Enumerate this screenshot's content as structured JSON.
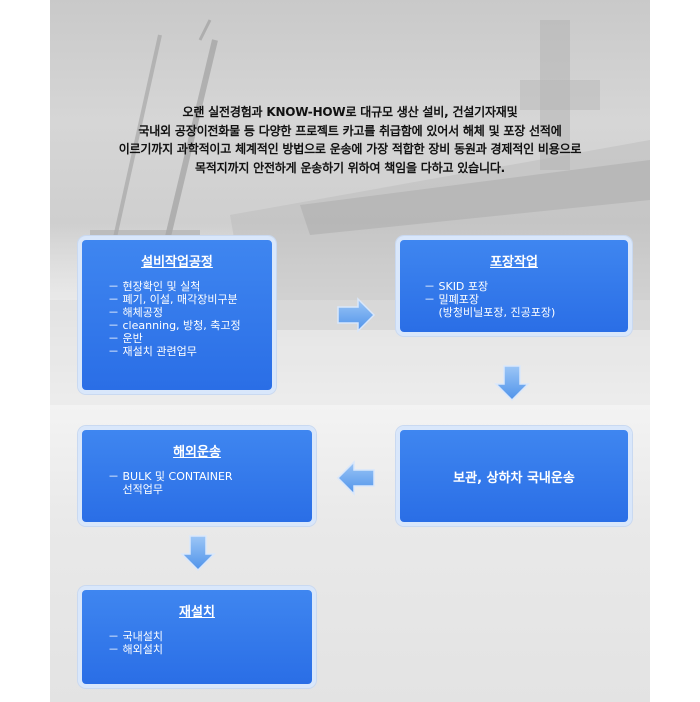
{
  "intro": {
    "lines": [
      "오랜 실전경험과 KNOW-HOW로 대규모 생산 설비, 건설기자재및",
      "국내외 공장이전화물 등 다양한 프로젝트 카고를 취급함에 있어서 해체 및 포장 선적에",
      "이르기까지 과학적이고 체계적인 방법으로 운송에 가장 적합한 장비 동원과 경제적인 비용으로",
      "목적지까지 안전하게 운송하기 위하여 책임을 다하고 있습니다."
    ]
  },
  "boxes": {
    "equipment_work": {
      "title": "설비작업공정",
      "items": [
        "－ 현장확인 및 실척",
        "－ 폐기, 이설, 매각장비구분",
        "－ 해체공정",
        "－ cleanning, 방청, 축고정",
        "－ 운반",
        "－ 재설치 관련업무"
      ]
    },
    "packing": {
      "title": "포장작업",
      "items": [
        "－ SKID 포장",
        "－ 밀폐포장",
        "　 (방청비닐포장, 진공포장)"
      ]
    },
    "overseas_transport": {
      "title": "해외운송",
      "items": [
        "－ BULK 및 CONTAINER",
        "　 선적업무"
      ]
    },
    "storage": {
      "label": "보관, 상하차 국내운송"
    },
    "reinstall": {
      "title": "재설치",
      "items": [
        "－ 국내설치",
        "－ 해외설치"
      ]
    }
  },
  "colors": {
    "box_fill": "#2a6ee6",
    "box_border": "#d9e7fb",
    "arrow_fill": "#6aa6f0"
  },
  "icons": {
    "arrow_right": "arrow-right-icon",
    "arrow_down": "arrow-down-icon",
    "arrow_left": "arrow-left-icon"
  }
}
